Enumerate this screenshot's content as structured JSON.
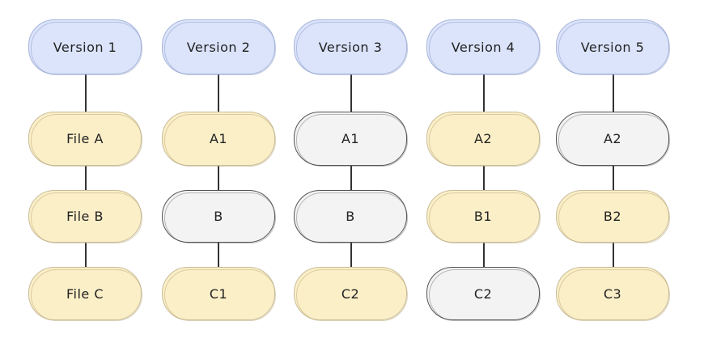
{
  "columns": [
    {
      "header": "Version 1",
      "files": [
        {
          "label": "File A",
          "state": "changed"
        },
        {
          "label": "File B",
          "state": "changed"
        },
        {
          "label": "File C",
          "state": "changed"
        }
      ]
    },
    {
      "header": "Version 2",
      "files": [
        {
          "label": "A1",
          "state": "changed"
        },
        {
          "label": "B",
          "state": "unchanged"
        },
        {
          "label": "C1",
          "state": "changed"
        }
      ]
    },
    {
      "header": "Version 3",
      "files": [
        {
          "label": "A1",
          "state": "unchanged"
        },
        {
          "label": "B",
          "state": "unchanged"
        },
        {
          "label": "C2",
          "state": "changed"
        }
      ]
    },
    {
      "header": "Version 4",
      "files": [
        {
          "label": "A2",
          "state": "changed"
        },
        {
          "label": "B1",
          "state": "changed"
        },
        {
          "label": "C2",
          "state": "unchanged"
        }
      ]
    },
    {
      "header": "Version 5",
      "files": [
        {
          "label": "A2",
          "state": "unchanged"
        },
        {
          "label": "B2",
          "state": "changed"
        },
        {
          "label": "C3",
          "state": "changed"
        }
      ]
    }
  ],
  "colors": {
    "header_fill": "#dbe4fb",
    "changed_fill": "#fbefc8",
    "unchanged_fill": "#f3f3f3"
  }
}
